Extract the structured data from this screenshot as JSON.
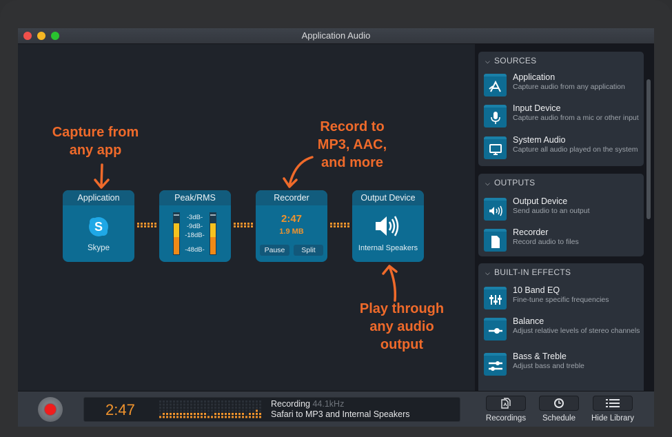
{
  "window": {
    "title": "Application Audio"
  },
  "annotations": {
    "capture": [
      "Capture from",
      "any app"
    ],
    "record": [
      "Record to",
      "MP3, AAC,",
      "and more"
    ],
    "play": [
      "Play through",
      "any audio",
      "output"
    ]
  },
  "nodes": {
    "application": {
      "title": "Application",
      "source_name": "Skype"
    },
    "meter": {
      "title": "Peak/RMS",
      "scale": [
        "-3dB-",
        "-9dB-",
        "-18dB-",
        "-48dB-"
      ],
      "left_level": 0.75,
      "right_level": 0.75
    },
    "recorder": {
      "title": "Recorder",
      "time": "2:47",
      "size": "1.9 MB",
      "pause_label": "Pause",
      "split_label": "Split"
    },
    "output": {
      "title": "Output Device",
      "device_name": "Internal Speakers"
    }
  },
  "sidebar": {
    "sources": {
      "title": "SOURCES",
      "items": [
        {
          "title": "Application",
          "desc": "Capture audio from any application",
          "icon": "app-store-icon"
        },
        {
          "title": "Input Device",
          "desc": "Capture audio from a mic or other input",
          "icon": "microphone-icon"
        },
        {
          "title": "System Audio",
          "desc": "Capture all audio played on the system",
          "icon": "monitor-icon"
        }
      ]
    },
    "outputs": {
      "title": "OUTPUTS",
      "items": [
        {
          "title": "Output Device",
          "desc": "Send audio to an output",
          "icon": "speaker-icon"
        },
        {
          "title": "Recorder",
          "desc": "Record audio to files",
          "icon": "document-icon"
        }
      ]
    },
    "effects": {
      "title": "BUILT-IN EFFECTS",
      "items": [
        {
          "title": "10 Band EQ",
          "desc": "Fine-tune specific frequencies",
          "icon": "eq-sliders-icon"
        },
        {
          "title": "Balance",
          "desc": "Adjust relative levels of stereo channels",
          "icon": "balance-slider-icon"
        },
        {
          "title": "Bass & Treble",
          "desc": "Adjust bass and treble",
          "icon": "bass-treble-icon"
        }
      ]
    }
  },
  "bottombar": {
    "time": "2:47",
    "status_label": "Recording",
    "sample_rate": "44.1kHz",
    "description": "Safari to MP3 and Internal Speakers",
    "buttons": {
      "recordings": "Recordings",
      "schedule": "Schedule",
      "hide_library": "Hide Library"
    }
  },
  "colors": {
    "accent_orange": "#ef6a2a",
    "node_blue": "#0d6c93",
    "lcd_orange": "#f0932d",
    "record_red": "#f11c1c"
  }
}
